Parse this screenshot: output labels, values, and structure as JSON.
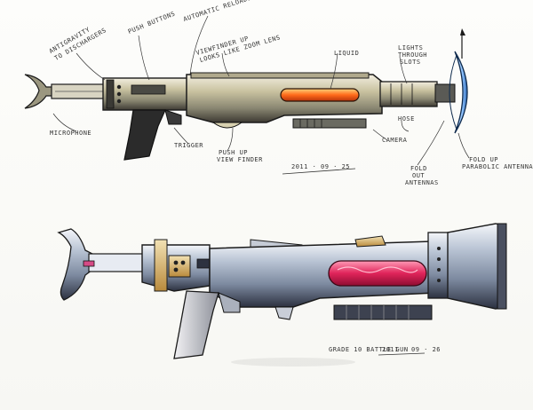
{
  "sketch": {
    "top_gun": {
      "labels": {
        "anti_gravity": "Antigravity",
        "to_dischargers": "to dischargers",
        "push_buttons": "Push buttons",
        "automatic_reloader": "Automatic reloader",
        "viewfinder_1": "Viewfinder up",
        "viewfinder_2": "looks like zoom lens",
        "liquid": "Liquid",
        "lights_1": "Lights",
        "lights_2": "through",
        "lights_3": "slots",
        "microphone": "Microphone",
        "trigger": "Trigger",
        "push_up_1": "Push up",
        "push_up_2": "view finder",
        "camera": "Camera",
        "hose": "Hose",
        "fold_out_1": "Fold",
        "fold_out_2": "out",
        "fold_out_3": "antennas",
        "fold_up_1": "Fold up",
        "fold_up_2": "parabolic antenna"
      },
      "date": "2011 · 09 · 25",
      "colors": {
        "body": "#c9c2a0",
        "chamber": "#ff6a1a",
        "dish": "#8fc3ff",
        "grip": "#2a2a2a"
      }
    },
    "bottom_gun": {
      "caption": "Grade 10 Battle Gun",
      "date": "2011 · 09 · 26",
      "colors": {
        "body": "#a9b6c7",
        "chamber": "#e0245a",
        "grip": "#c9c9cf",
        "gold": "#d8b36a"
      }
    }
  }
}
